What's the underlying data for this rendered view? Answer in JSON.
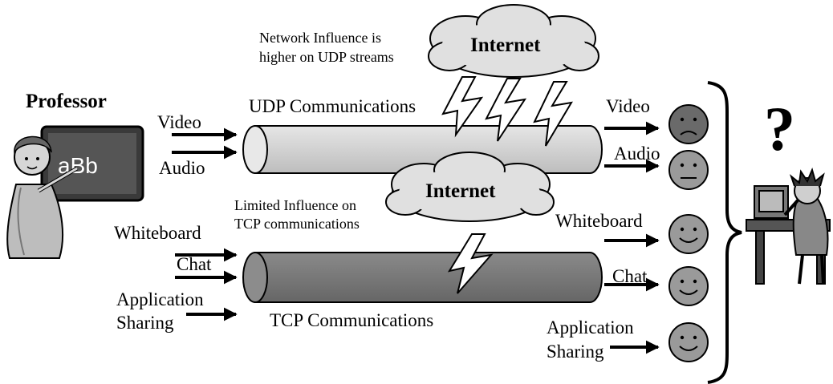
{
  "presenter_label": "Professor",
  "chalkboard_text": "aBb",
  "inputs": {
    "udp": [
      "Video",
      "Audio"
    ],
    "tcp": [
      "Whiteboard",
      "Chat",
      "Application",
      "Sharing"
    ]
  },
  "outputs": {
    "udp": [
      "Video",
      "Audio"
    ],
    "tcp": [
      "Whiteboard",
      "Chat",
      "Application",
      "Sharing"
    ]
  },
  "cloud_label_top": "Internet",
  "cloud_label_mid": "Internet",
  "notes": {
    "udp_line1": "Network Influence is",
    "udp_line2": "higher on UDP streams",
    "tcp_line1": "Limited Influence on",
    "tcp_line2": "TCP communications"
  },
  "tubes": {
    "udp_label": "UDP Communications",
    "tcp_label": "TCP Communications"
  },
  "receiver_mark": "?",
  "colors": {
    "udp_tube": "#d0d0d0",
    "tcp_tube": "#7a7a7a",
    "cloud": "#e0e0e0",
    "face_sad": "#6a6a6a",
    "face": "#9a9a9a"
  },
  "face_states": [
    "sad",
    "neutral",
    "happy",
    "happy",
    "happy"
  ]
}
